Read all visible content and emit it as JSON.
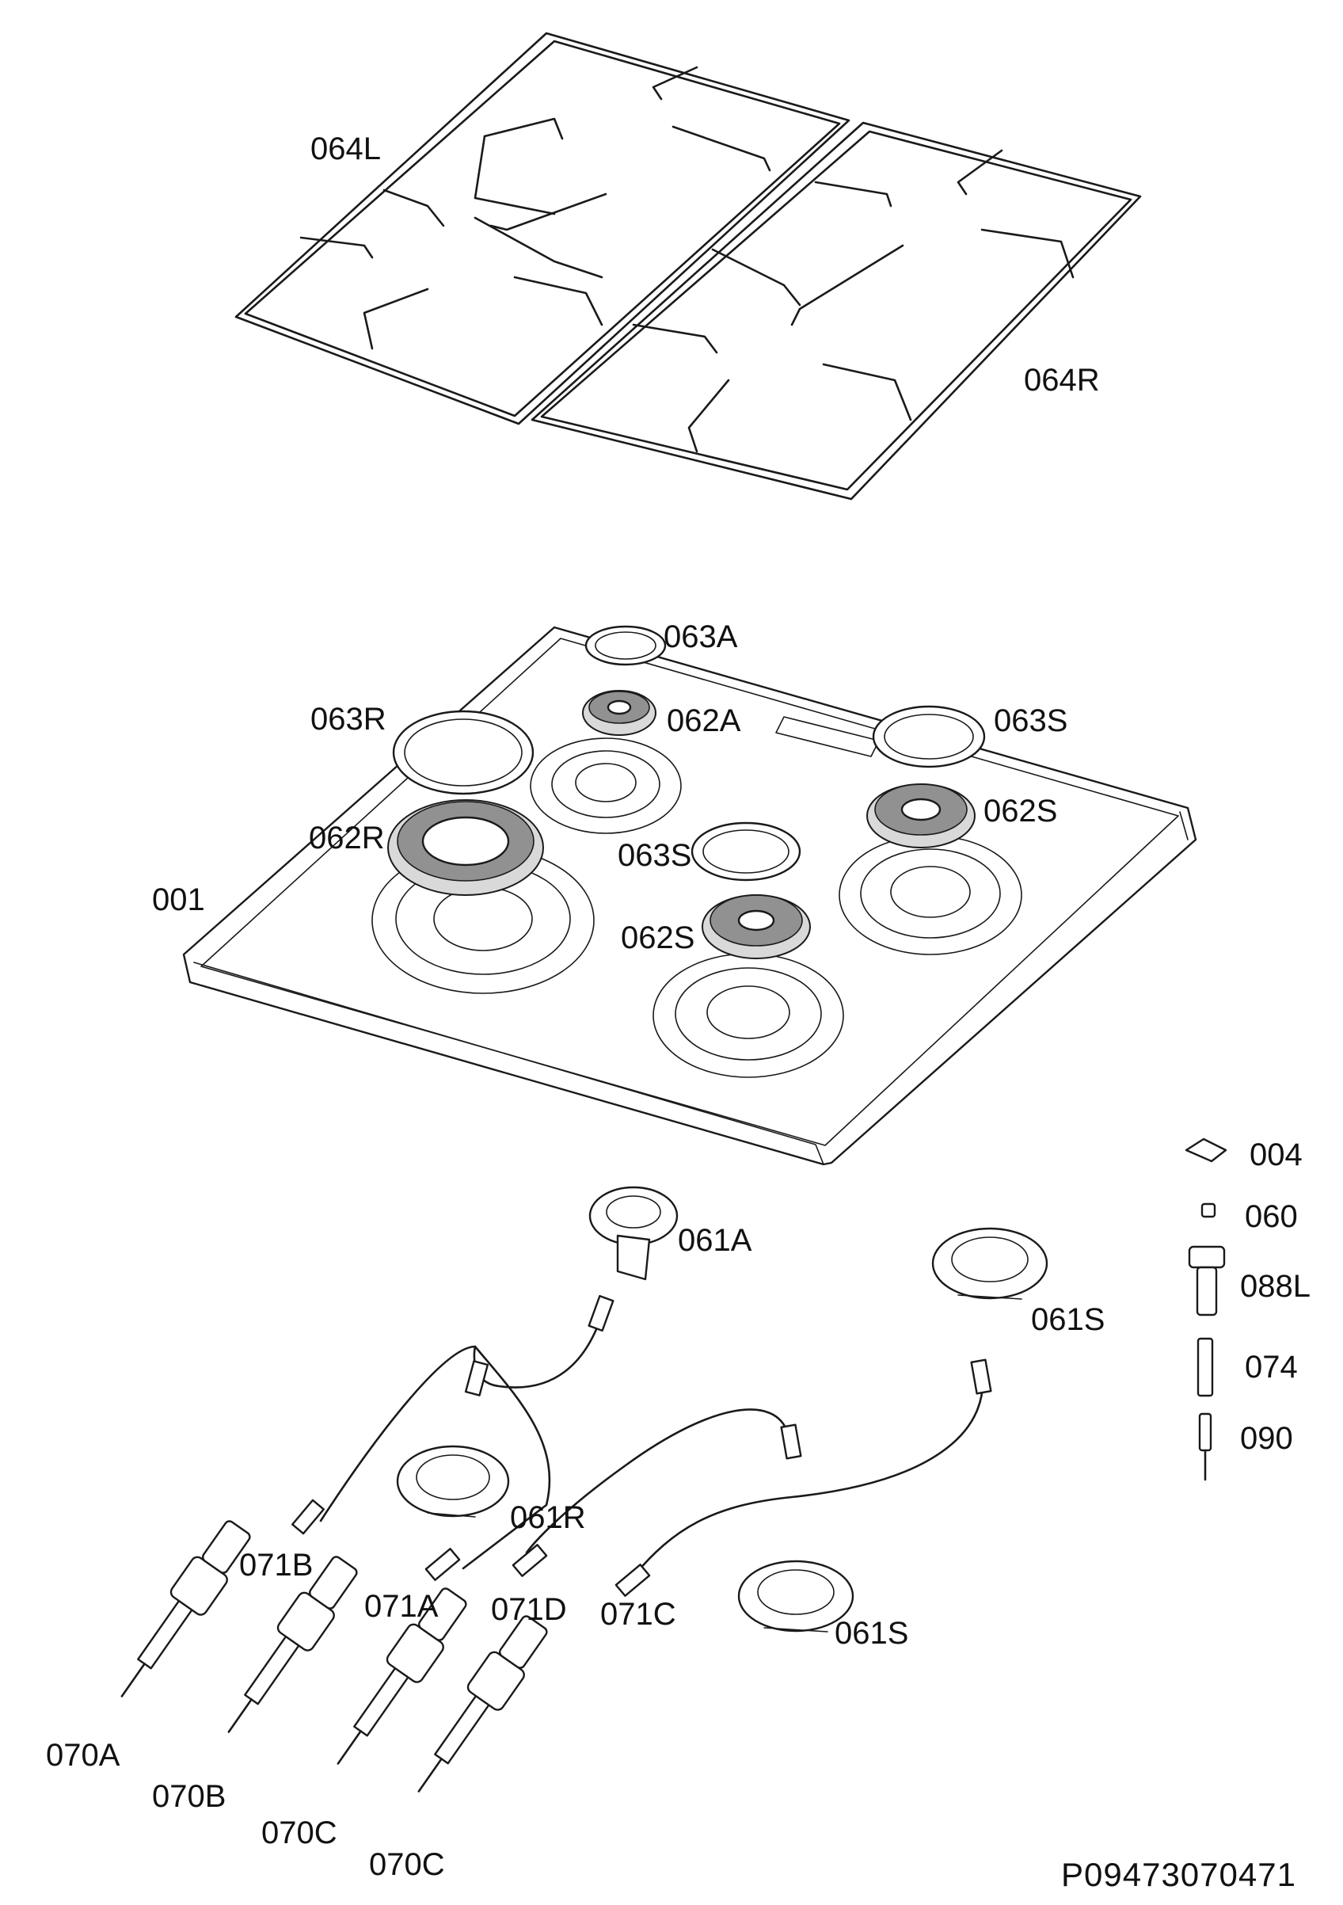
{
  "labels": {
    "p064L": "064L",
    "p064R": "064R",
    "p063A": "063A",
    "p063R": "063R",
    "p062A": "062A",
    "p063S_top": "063S",
    "p062R": "062R",
    "p062S_right": "062S",
    "p001": "001",
    "p063S_mid": "063S",
    "p062S_mid": "062S",
    "p004": "004",
    "p060": "060",
    "p061A": "061A",
    "p088L": "088L",
    "p061S_right": "061S",
    "p074": "074",
    "p090": "090",
    "p061R": "061R",
    "p071B": "071B",
    "p071A": "071A",
    "p071D": "071D",
    "p071C": "071C",
    "p061S_bottom": "061S",
    "p070A": "070A",
    "p070B": "070B",
    "p070C_1": "070C",
    "p070C_2": "070C"
  },
  "reference_code": "P09473070471",
  "colors": {
    "line": "#1a1a1a",
    "fill_light": "#d9d9d9",
    "background": "#ffffff"
  }
}
